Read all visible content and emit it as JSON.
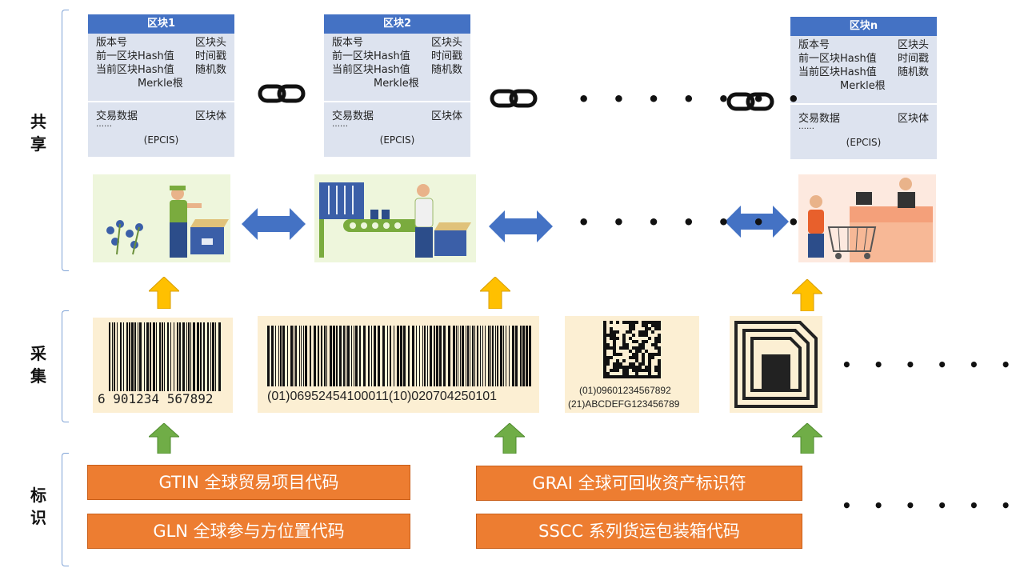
{
  "sections": {
    "share": "共享",
    "collect": "采集",
    "identify": "标识"
  },
  "block_fields": {
    "version": "版本号",
    "prev_hash": "前一区块Hash值",
    "curr_hash": "当前区块Hash值",
    "merkle": "Merkle根",
    "header": "区块头",
    "timestamp": "时间戳",
    "nonce": "随机数",
    "tx_data": "交易数据",
    "ellipsis": "……",
    "body": "区块体",
    "epcis": "(EPCIS)"
  },
  "blocks": [
    {
      "title": "区块1"
    },
    {
      "title": "区块2"
    },
    {
      "title": "区块n"
    }
  ],
  "ellipsis_dots": "• • • • • • •",
  "ellipsis_dots_6": "• • • • • •",
  "barcodes": {
    "ean_text": "6 901234 567892",
    "gs1_128_text": "(01)06952454100011(10)020704250101",
    "datamatrix_line1": "(01)09601234567892",
    "datamatrix_line2": "(21)ABCDEFG123456789"
  },
  "identifiers": {
    "gtin": "GTIN 全球贸易项目代码",
    "gln": "GLN 全球参与方位置代码",
    "grai": "GRAI 全球可回收资产标识符",
    "sscc": "SSCC 系列货运包装箱代码"
  },
  "colors": {
    "block_header": "#4472c4",
    "block_body": "#dde3ef",
    "double_arrow": "#4472c4",
    "up_arrow_yellow": "#ffc000",
    "up_arrow_green": "#70ad47",
    "identifier_box": "#ed7d31"
  }
}
